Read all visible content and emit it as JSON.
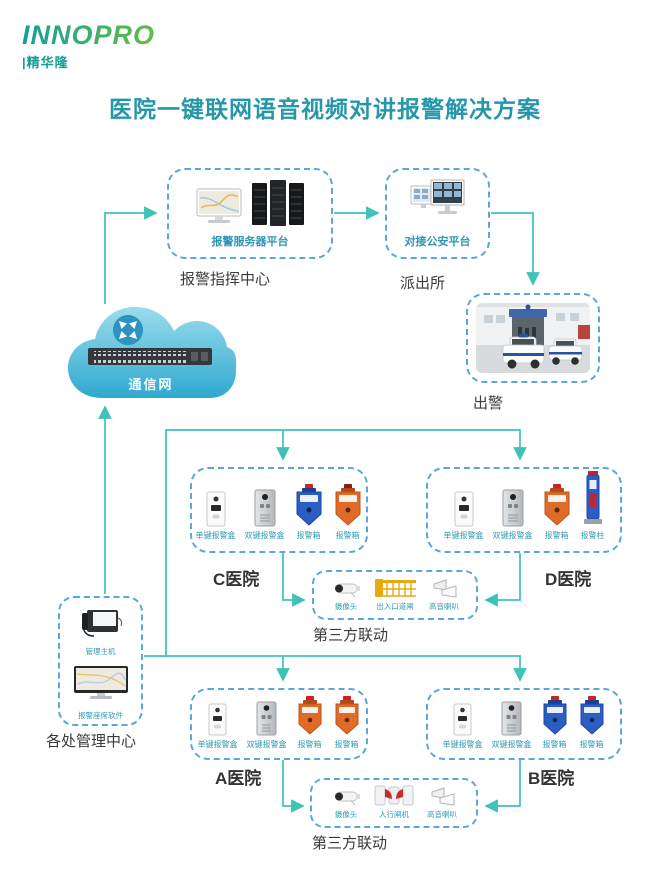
{
  "logo": {
    "brand": "INNOPRO",
    "sub": "|精华隆"
  },
  "title": "医院一键联网语音视频对讲报警解决方案",
  "colors": {
    "accent_teal": "#2697a9",
    "line_teal": "#3ec2b9",
    "box_border_blue": "#59a7dc",
    "label_teal": "#2f9ab3",
    "logo_gradient_start": "#12a096",
    "logo_gradient_end": "#67bd45"
  },
  "nodes": {
    "command_center": {
      "platform_label": "报警服务器平台",
      "caption": "报警指挥中心"
    },
    "police_platform": {
      "platform_label": "对接公安平台",
      "caption": "派出所"
    },
    "dispatch": {
      "caption": "出警"
    },
    "network": {
      "label": "通信网"
    },
    "management": {
      "caption": "各处管理中心",
      "devices": [
        {
          "label": "管理主机"
        },
        {
          "label": "报警座席软件"
        }
      ]
    },
    "hospital_c": {
      "caption": "C医院",
      "devices": [
        {
          "label": "单键报警盒"
        },
        {
          "label": "双键报警盒"
        },
        {
          "label": "报警箱"
        },
        {
          "label": "报警箱"
        }
      ]
    },
    "hospital_d": {
      "caption": "D医院",
      "devices": [
        {
          "label": "单键报警盒"
        },
        {
          "label": "双键报警盒"
        },
        {
          "label": "报警箱"
        },
        {
          "label": "报警柱"
        }
      ]
    },
    "hospital_a": {
      "caption": "A医院",
      "devices": [
        {
          "label": "单键报警盒"
        },
        {
          "label": "双键报警盒"
        },
        {
          "label": "报警箱"
        },
        {
          "label": "报警箱"
        }
      ]
    },
    "hospital_b": {
      "caption": "B医院",
      "devices": [
        {
          "label": "单键报警盒"
        },
        {
          "label": "双键报警盒"
        },
        {
          "label": "报警箱"
        },
        {
          "label": "报警箱"
        }
      ]
    },
    "third_party_1": {
      "caption": "第三方联动",
      "devices": [
        {
          "label": "摄像头"
        },
        {
          "label": "出入口道闸"
        },
        {
          "label": "高音喇叭"
        }
      ]
    },
    "third_party_2": {
      "caption": "第三方联动",
      "devices": [
        {
          "label": "摄像头"
        },
        {
          "label": "人行闸机"
        },
        {
          "label": "高音喇叭"
        }
      ]
    }
  }
}
